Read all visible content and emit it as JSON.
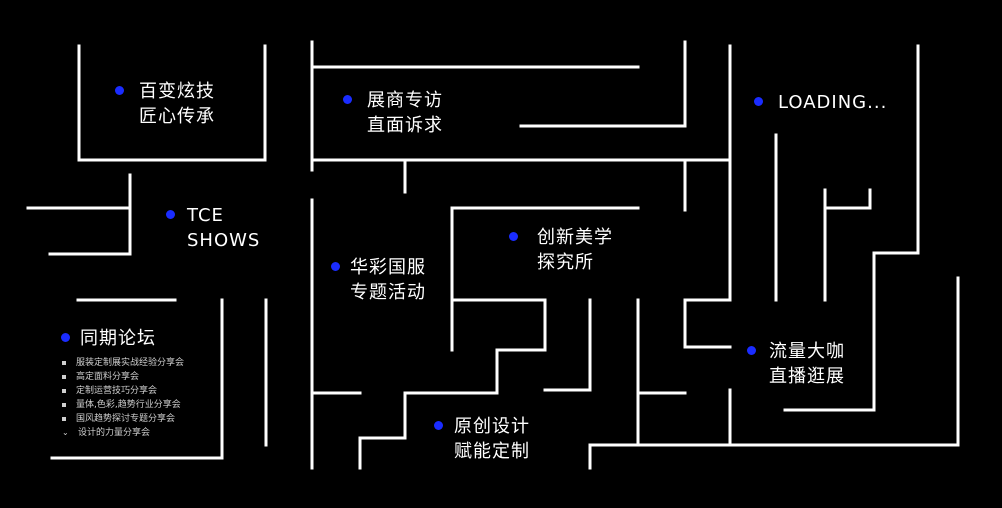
{
  "page": {
    "background": "#000000",
    "accent": "#1a2cff",
    "line_color": "#ffffff"
  },
  "items": [
    {
      "id": "item-1",
      "lines": [
        "百变炫技",
        "匠心传承"
      ]
    },
    {
      "id": "item-2",
      "lines": [
        "展商专访",
        "直面诉求"
      ]
    },
    {
      "id": "item-3",
      "lines": [
        "LOADING..."
      ]
    },
    {
      "id": "item-4",
      "lines": [
        "TCE",
        "SHOWS"
      ]
    },
    {
      "id": "item-5",
      "lines": [
        "创新美学",
        "探究所"
      ]
    },
    {
      "id": "item-6",
      "lines": [
        "华彩国服",
        "专题活动"
      ]
    },
    {
      "id": "item-7",
      "lines": [
        "同期论坛"
      ]
    },
    {
      "id": "item-8",
      "lines": [
        "流量大咖",
        "直播逛展"
      ]
    },
    {
      "id": "item-9",
      "lines": [
        "原创设计",
        "赋能定制"
      ]
    }
  ],
  "forum": {
    "sessions": [
      "服装定制展实战经验分享会",
      "高定面料分享会",
      "定制运营技巧分享会",
      "量体,色彩,趋势行业分享会",
      "国风趋势探讨专题分享会",
      "设计的力量分享会"
    ]
  }
}
